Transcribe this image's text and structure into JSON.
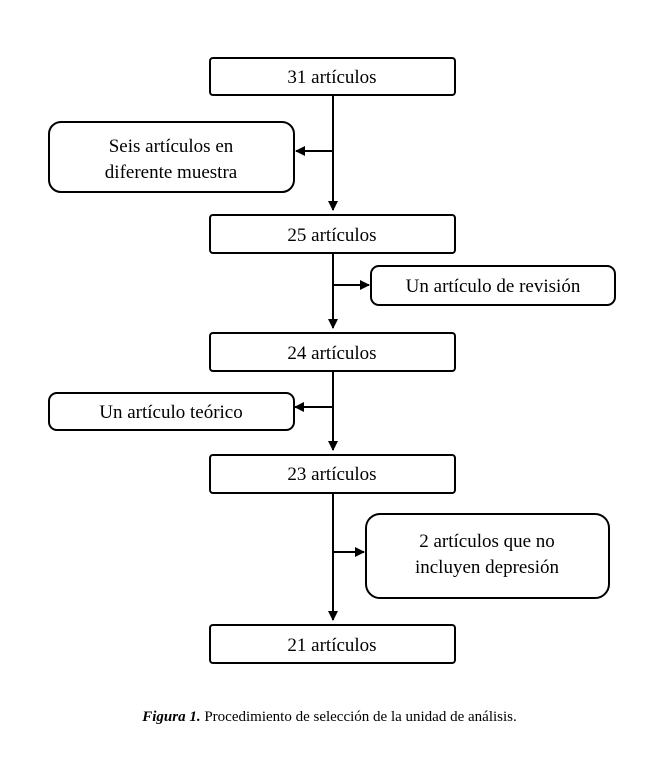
{
  "flowchart": {
    "box_1": "31 artículos",
    "exclusion_1": [
      "Seis artículos en",
      "diferente muestra"
    ],
    "box_2": "25 artículos",
    "exclusion_2": "Un artículo de revisión",
    "box_3": "24 artículos",
    "exclusion_3": "Un artículo teórico",
    "box_4": "23 artículos",
    "exclusion_4": [
      "2 artículos que no",
      "incluyen depresión"
    ],
    "box_5": "21 artículos"
  },
  "caption": {
    "label": "Figura 1.",
    "text": " Procedimiento de selección de la unidad de análisis."
  }
}
